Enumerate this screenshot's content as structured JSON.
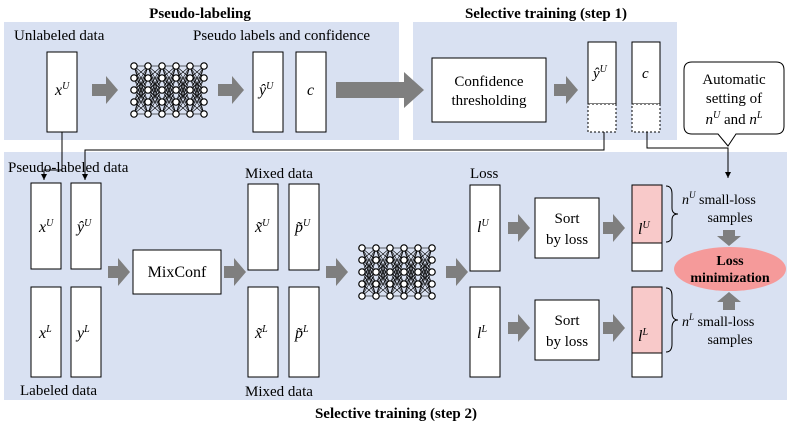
{
  "panels": {
    "pseudo_labeling_title": "Pseudo-labeling",
    "selective_step1_title": "Selective training (step 1)",
    "selective_step2_title": "Selective training (step 2)"
  },
  "top": {
    "unlabeled_data_label": "Unlabeled data",
    "pseudo_labels_conf_label": "Pseudo labels and confidence",
    "xU": {
      "base": "x",
      "sup": "U"
    },
    "yhatU": {
      "base": "ŷ",
      "sup": "U"
    },
    "c": "c",
    "confidence_line1": "Confidence",
    "confidence_line2": "thresholding",
    "step1_yhatU": {
      "base": "ŷ",
      "sup": "U"
    },
    "step1_c": "c"
  },
  "callout": {
    "line1": "Automatic",
    "line2": "setting of",
    "line3_a": "n",
    "line3_a_sup": "U",
    "line3_and": " and ",
    "line3_b": "n",
    "line3_b_sup": "L"
  },
  "bottom": {
    "pseudo_labeled_data_label": "Pseudo-labeled data",
    "labeled_data_label": "Labeled data",
    "mixed_data_top_label": "Mixed data",
    "mixed_data_bottom_label": "Mixed data",
    "loss_label": "Loss",
    "mixconf_label": "MixConf",
    "xU": {
      "base": "x",
      "sup": "U"
    },
    "yhatU": {
      "base": "ŷ",
      "sup": "U"
    },
    "xL": {
      "base": "x",
      "sup": "L"
    },
    "yL": {
      "base": "y",
      "sup": "L"
    },
    "mx_xU": {
      "base": "x̃",
      "sup": "U"
    },
    "mx_pU": {
      "base": "p̃",
      "sup": "U"
    },
    "mx_xL": {
      "base": "x̃",
      "sup": "L"
    },
    "mx_pL": {
      "base": "p̃",
      "sup": "L"
    },
    "lU": {
      "base": "l",
      "sup": "U"
    },
    "lL": {
      "base": "l",
      "sup": "L"
    },
    "sort_top_line1": "Sort",
    "sort_top_line2": "by loss",
    "sort_bot_line1": "Sort",
    "sort_bot_line2": "by loss",
    "sorted_lU": {
      "base": "l",
      "sup": "U"
    },
    "sorted_lL": {
      "base": "l",
      "sup": "L"
    },
    "nU_samples_a": "n",
    "nU_samples_sup": "U",
    "nU_samples_rest": " small-loss",
    "nU_samples_line2": "samples",
    "nL_samples_a": "n",
    "nL_samples_sup": "L",
    "nL_samples_rest": " small-loss",
    "nL_samples_line2": "samples",
    "loss_min_line1": "Loss",
    "loss_min_line2": "minimization"
  },
  "colors": {
    "panel_bg": "#d9e1f2",
    "arrow_gray": "#7f7f7f",
    "highlight_pink": "#f8c9c9",
    "ellipse_pink": "#f59a9a"
  }
}
